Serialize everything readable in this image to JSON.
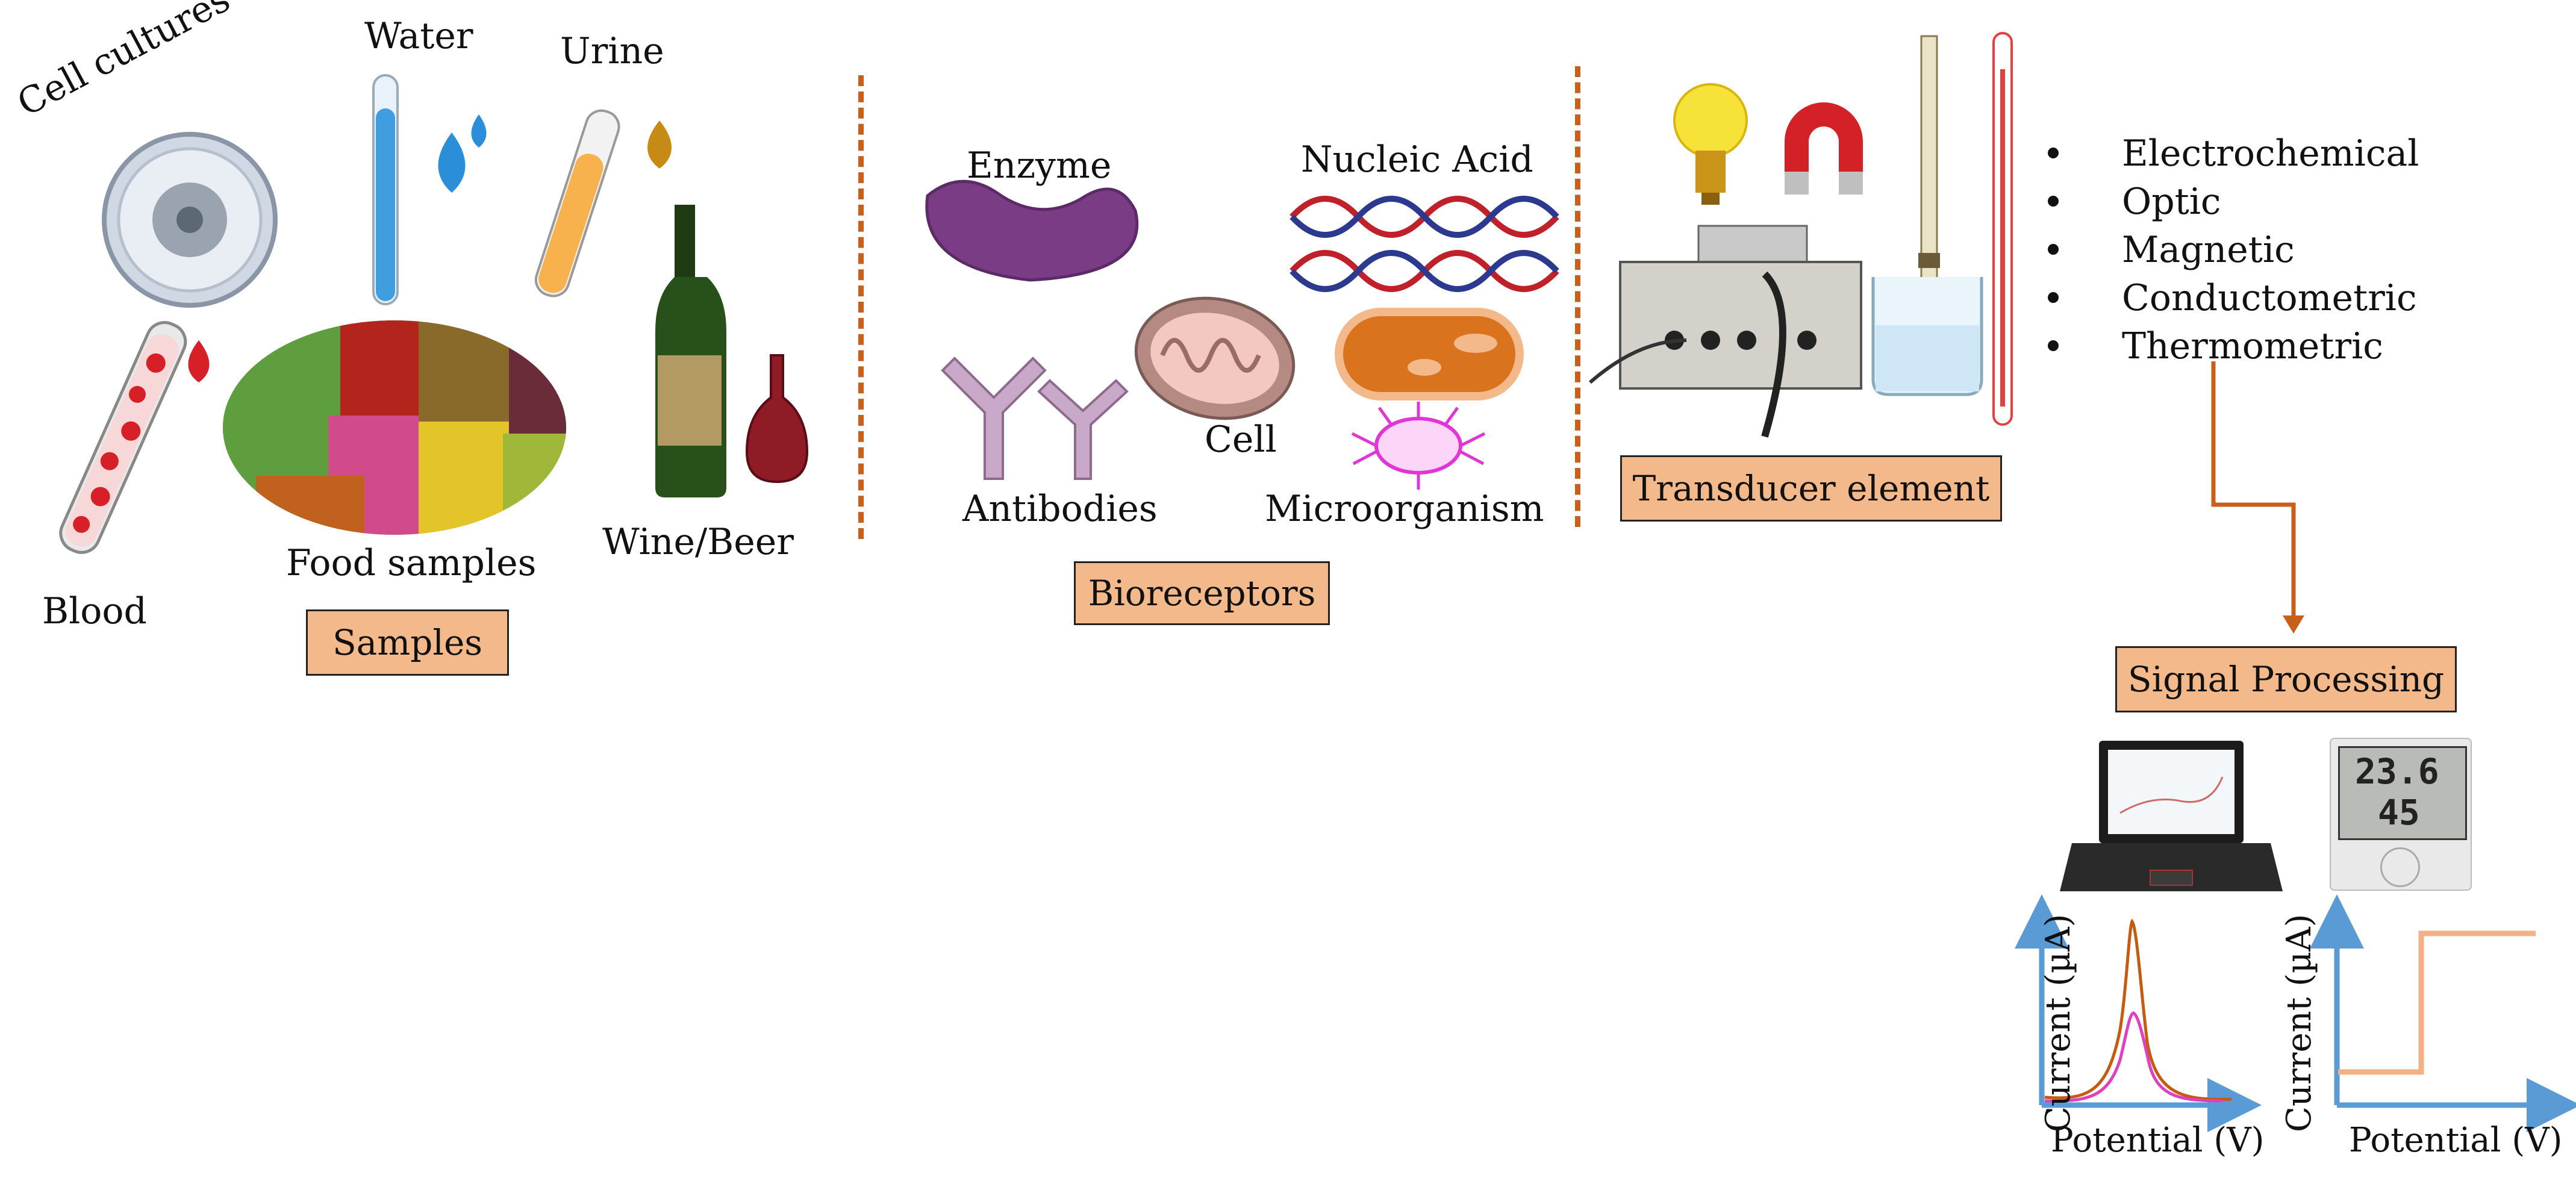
{
  "samples": {
    "cell_cultures": "Cell cultures",
    "water": "Water",
    "urine": "Urine",
    "blood": "Blood",
    "food_samples": "Food samples",
    "wine_beer": "Wine/Beer",
    "box_label": "Samples"
  },
  "bioreceptors": {
    "enzyme": "Enzyme",
    "nucleic_acid": "Nucleic Acid",
    "cell": "Cell",
    "antibodies": "Antibodies",
    "microorganism": "Microorganism",
    "box_label": "Bioreceptors"
  },
  "transducer": {
    "box_label": "Transducer element",
    "types": [
      "Electrochemical",
      "Optic",
      "Magnetic",
      "Conductometric",
      "Thermometric"
    ]
  },
  "signal": {
    "box_label": "Signal Processing",
    "thermometer_display": {
      "top_value": "23.6",
      "bottom_value": "45"
    },
    "plot_left": {
      "ylabel": "Current (µA)",
      "xlabel": "Potential (V)"
    },
    "plot_right": {
      "ylabel": "Current (µA)",
      "xlabel": "Potential (V)"
    }
  },
  "colors": {
    "accent_orange": "#c8601c",
    "box_fill": "#f4b98a",
    "axis_blue": "#5b9bd5",
    "peak_orange": "#c55a11",
    "peak_magenta": "#e040c0",
    "step_peach": "#f4b183"
  }
}
